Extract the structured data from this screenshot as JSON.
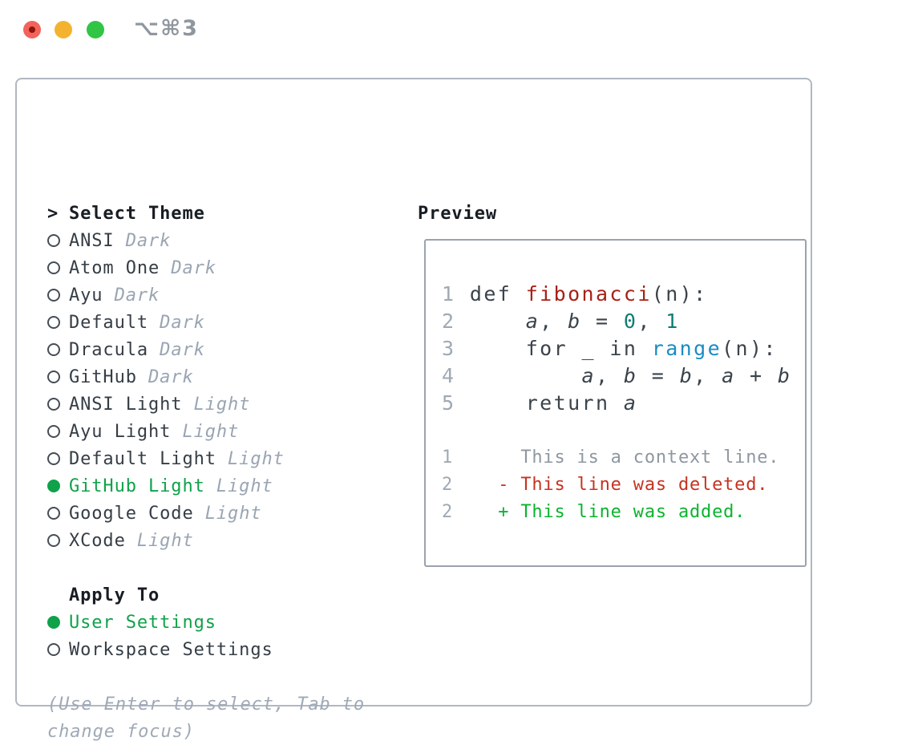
{
  "window": {
    "title": "⌥⌘3",
    "traffic_lights": [
      {
        "name": "close",
        "color": "#f2635a",
        "dot_color": "#8c150c"
      },
      {
        "name": "minimize",
        "color": "#f3b32f"
      },
      {
        "name": "zoom",
        "color": "#30c545"
      }
    ]
  },
  "theme_picker": {
    "prompt": ">",
    "header": "Select Theme",
    "items": [
      {
        "name": "ANSI",
        "variant": "Dark",
        "selected": false
      },
      {
        "name": "Atom One",
        "variant": "Dark",
        "selected": false
      },
      {
        "name": "Ayu",
        "variant": "Dark",
        "selected": false
      },
      {
        "name": "Default",
        "variant": "Dark",
        "selected": false
      },
      {
        "name": "Dracula",
        "variant": "Dark",
        "selected": false
      },
      {
        "name": "GitHub",
        "variant": "Dark",
        "selected": false
      },
      {
        "name": "ANSI Light",
        "variant": "Light",
        "selected": false
      },
      {
        "name": "Ayu Light",
        "variant": "Light",
        "selected": false
      },
      {
        "name": "Default Light",
        "variant": "Light",
        "selected": false
      },
      {
        "name": "GitHub Light",
        "variant": "Light",
        "selected": true
      },
      {
        "name": "Google Code",
        "variant": "Light",
        "selected": false
      },
      {
        "name": "XCode",
        "variant": "Light",
        "selected": false
      }
    ]
  },
  "apply_to": {
    "header": "Apply To",
    "options": [
      {
        "label": "User Settings",
        "selected": true
      },
      {
        "label": "Workspace Settings",
        "selected": false
      }
    ]
  },
  "help": {
    "lines": [
      "(Use Enter to select, Tab to",
      "change focus)"
    ]
  },
  "preview": {
    "header": "Preview",
    "lines": [
      {
        "kind": "code",
        "tokens": [
          {
            "t": "1 ",
            "c": "ln"
          },
          {
            "t": "def ",
            "c": "plain"
          },
          {
            "t": "fibonacci",
            "c": "fn"
          },
          {
            "t": "(n):",
            "c": "plain"
          }
        ]
      },
      {
        "kind": "code",
        "tokens": [
          {
            "t": "2 ",
            "c": "ln"
          },
          {
            "t": "    ",
            "c": "plain"
          },
          {
            "t": "a",
            "c": "var"
          },
          {
            "t": ", ",
            "c": "plain"
          },
          {
            "t": "b",
            "c": "var"
          },
          {
            "t": " = ",
            "c": "plain"
          },
          {
            "t": "0",
            "c": "num"
          },
          {
            "t": ", ",
            "c": "plain"
          },
          {
            "t": "1",
            "c": "num"
          }
        ]
      },
      {
        "kind": "code",
        "tokens": [
          {
            "t": "3 ",
            "c": "ln"
          },
          {
            "t": "    for _ in ",
            "c": "plain"
          },
          {
            "t": "range",
            "c": "call"
          },
          {
            "t": "(n):",
            "c": "plain"
          }
        ]
      },
      {
        "kind": "code",
        "tokens": [
          {
            "t": "4 ",
            "c": "ln"
          },
          {
            "t": "        ",
            "c": "plain"
          },
          {
            "t": "a",
            "c": "var"
          },
          {
            "t": ", ",
            "c": "plain"
          },
          {
            "t": "b",
            "c": "var"
          },
          {
            "t": " = ",
            "c": "plain"
          },
          {
            "t": "b",
            "c": "var"
          },
          {
            "t": ", ",
            "c": "plain"
          },
          {
            "t": "a",
            "c": "var"
          },
          {
            "t": " + ",
            "c": "plain"
          },
          {
            "t": "b",
            "c": "var"
          }
        ]
      },
      {
        "kind": "code",
        "tokens": [
          {
            "t": "5 ",
            "c": "ln"
          },
          {
            "t": "    return ",
            "c": "plain"
          },
          {
            "t": "a",
            "c": "var"
          }
        ]
      },
      {
        "kind": "code",
        "tokens": []
      },
      {
        "kind": "diff",
        "tokens": [
          {
            "t": "1",
            "c": "ln"
          },
          {
            "t": "      This is a context line.",
            "c": "ctx"
          }
        ]
      },
      {
        "kind": "diff",
        "tokens": [
          {
            "t": "2",
            "c": "ln"
          },
          {
            "t": "    - This line was deleted.",
            "c": "del"
          }
        ]
      },
      {
        "kind": "diff",
        "tokens": [
          {
            "t": "2",
            "c": "ln"
          },
          {
            "t": "    + This line was added.",
            "c": "add"
          }
        ]
      }
    ]
  },
  "colors": {
    "selection_green": "#0fa24a",
    "muted_gray": "#9aa5b3",
    "panel_border": "#b0b8c1",
    "preview_border": "#9aa3ad",
    "text_dark": "#353d45",
    "header_dark": "#181d23",
    "line_number_gray": "#9fa9b4",
    "syntax_function_red": "#a82117",
    "syntax_number_teal": "#0e7d73",
    "syntax_call_blue": "#1b8cc4",
    "diff_context_gray": "#8f97a0",
    "diff_deleted_red": "#c63322",
    "diff_added_green": "#0bb32f",
    "titlebar_title_gray": "#8f969e"
  }
}
